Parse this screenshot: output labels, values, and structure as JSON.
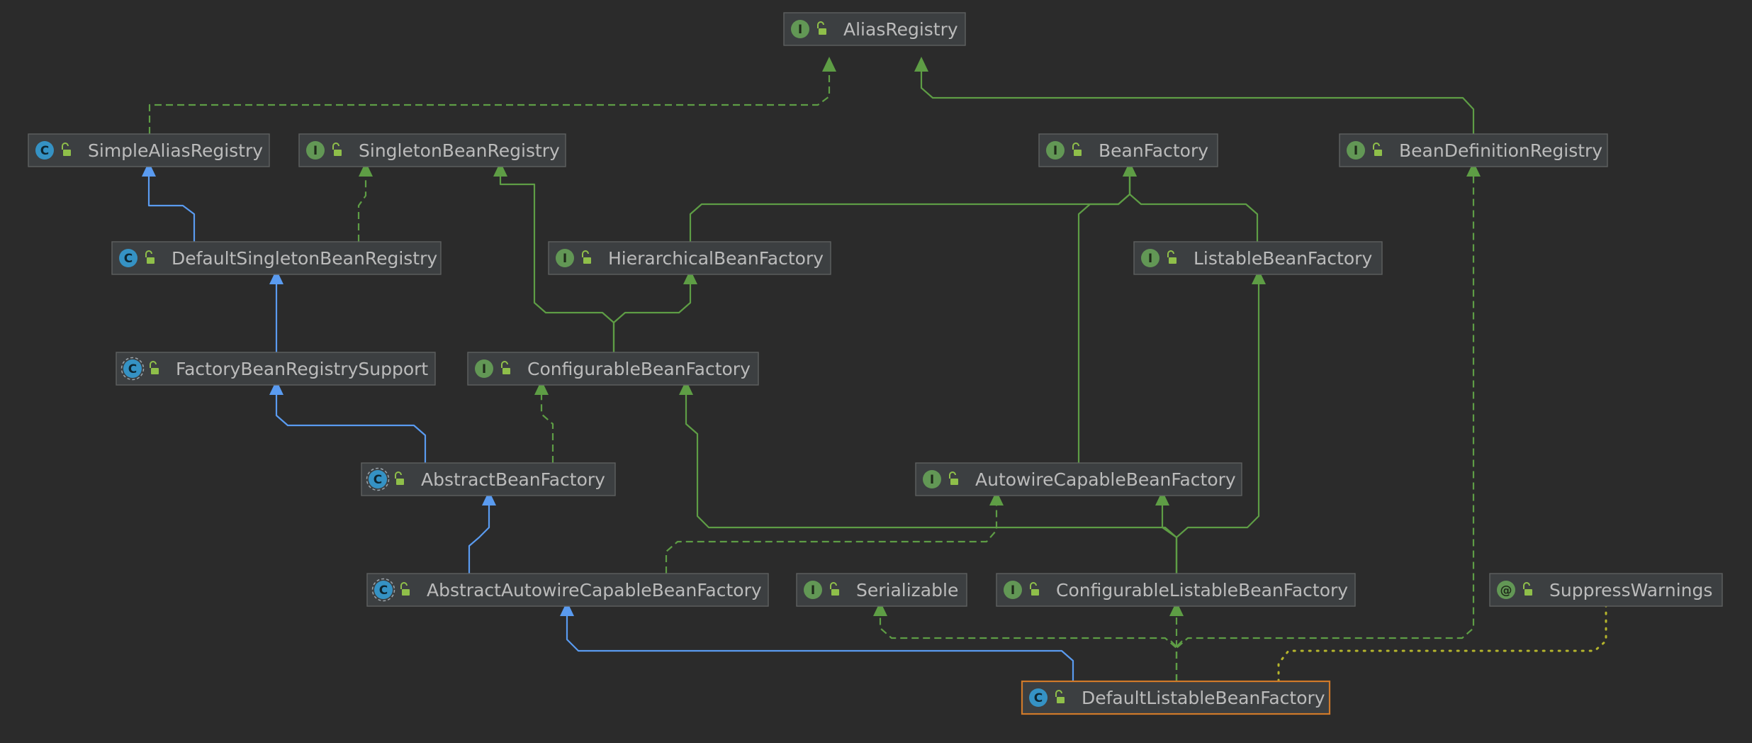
{
  "colors": {
    "background": "#2b2b2b",
    "node_fill": "#3c3f41",
    "node_border": "#5e6060",
    "selected_border": "#d07a2a",
    "text": "#bbbbbb",
    "interface_badge": "#629755",
    "class_badge": "#3592c4",
    "annotation_badge": "#629755",
    "lock_icon": "#8fbf4a",
    "edge_green": "#5e9d45",
    "edge_blue": "#5a9bf0",
    "edge_yellow": "#b5b52c"
  },
  "nodes": [
    {
      "id": "alias-registry",
      "label": "AliasRegistry",
      "kind": "interface",
      "badge": "I"
    },
    {
      "id": "simple-alias-registry",
      "label": "SimpleAliasRegistry",
      "kind": "class",
      "badge": "C"
    },
    {
      "id": "singleton-bean-registry",
      "label": "SingletonBeanRegistry",
      "kind": "interface",
      "badge": "I"
    },
    {
      "id": "bean-factory",
      "label": "BeanFactory",
      "kind": "interface",
      "badge": "I"
    },
    {
      "id": "bean-definition-registry",
      "label": "BeanDefinitionRegistry",
      "kind": "interface",
      "badge": "I"
    },
    {
      "id": "default-singleton-bean-registry",
      "label": "DefaultSingletonBeanRegistry",
      "kind": "class",
      "badge": "C"
    },
    {
      "id": "hierarchical-bean-factory",
      "label": "HierarchicalBeanFactory",
      "kind": "interface",
      "badge": "I"
    },
    {
      "id": "listable-bean-factory",
      "label": "ListableBeanFactory",
      "kind": "interface",
      "badge": "I"
    },
    {
      "id": "factory-bean-registry-support",
      "label": "FactoryBeanRegistrySupport",
      "kind": "abstract",
      "badge": "C"
    },
    {
      "id": "configurable-bean-factory",
      "label": "ConfigurableBeanFactory",
      "kind": "interface",
      "badge": "I"
    },
    {
      "id": "abstract-bean-factory",
      "label": "AbstractBeanFactory",
      "kind": "abstract",
      "badge": "C"
    },
    {
      "id": "autowire-capable-bean-factory",
      "label": "AutowireCapableBeanFactory",
      "kind": "interface",
      "badge": "I"
    },
    {
      "id": "abstract-autowire-capable-bean-factory",
      "label": "AbstractAutowireCapableBeanFactory",
      "kind": "abstract",
      "badge": "C"
    },
    {
      "id": "serializable",
      "label": "Serializable",
      "kind": "interface",
      "badge": "I"
    },
    {
      "id": "configurable-listable-bean-factory",
      "label": "ConfigurableListableBeanFactory",
      "kind": "interface",
      "badge": "I"
    },
    {
      "id": "suppress-warnings",
      "label": "SuppressWarnings",
      "kind": "annotation",
      "badge": "@"
    },
    {
      "id": "default-listable-bean-factory",
      "label": "DefaultListableBeanFactory",
      "kind": "class",
      "badge": "C",
      "selected": true
    }
  ],
  "edges": [
    {
      "id": "e-simplealias-alias",
      "from": "simple-alias-registry",
      "to": "alias-registry",
      "style": "dashed",
      "color": "green"
    },
    {
      "id": "e-beandefreg-alias",
      "from": "bean-definition-registry",
      "to": "alias-registry",
      "style": "solid",
      "color": "green"
    },
    {
      "id": "e-defsingleton-simplealias",
      "from": "default-singleton-bean-registry",
      "to": "simple-alias-registry",
      "style": "solid",
      "color": "blue"
    },
    {
      "id": "e-defsingleton-singletonreg",
      "from": "default-singleton-bean-registry",
      "to": "singleton-bean-registry",
      "style": "dashed",
      "color": "green"
    },
    {
      "id": "e-hierarchical-beanfactory",
      "from": "hierarchical-bean-factory",
      "to": "bean-factory",
      "style": "solid",
      "color": "green"
    },
    {
      "id": "e-listable-beanfactory",
      "from": "listable-bean-factory",
      "to": "bean-factory",
      "style": "solid",
      "color": "green"
    },
    {
      "id": "e-autowire-beanfactory",
      "from": "autowire-capable-bean-factory",
      "to": "bean-factory",
      "style": "solid",
      "color": "green"
    },
    {
      "id": "e-factorybeanreg-defsingleton",
      "from": "factory-bean-registry-support",
      "to": "default-singleton-bean-registry",
      "style": "solid",
      "color": "blue"
    },
    {
      "id": "e-configurable-hierarchical",
      "from": "configurable-bean-factory",
      "to": "hierarchical-bean-factory",
      "style": "solid",
      "color": "green"
    },
    {
      "id": "e-configurable-singletonreg",
      "from": "configurable-bean-factory",
      "to": "singleton-bean-registry",
      "style": "solid",
      "color": "green"
    },
    {
      "id": "e-abstractbf-factorybeanreg",
      "from": "abstract-bean-factory",
      "to": "factory-bean-registry-support",
      "style": "solid",
      "color": "blue"
    },
    {
      "id": "e-abstractbf-configurable",
      "from": "abstract-bean-factory",
      "to": "configurable-bean-factory",
      "style": "dashed",
      "color": "green"
    },
    {
      "id": "e-abstractautowire-abstractbf",
      "from": "abstract-autowire-capable-bean-factory",
      "to": "abstract-bean-factory",
      "style": "solid",
      "color": "blue"
    },
    {
      "id": "e-abstractautowire-autowire",
      "from": "abstract-autowire-capable-bean-factory",
      "to": "autowire-capable-bean-factory",
      "style": "dashed",
      "color": "green"
    },
    {
      "id": "e-conflistable-configurable",
      "from": "configurable-listable-bean-factory",
      "to": "configurable-bean-factory",
      "style": "solid",
      "color": "green"
    },
    {
      "id": "e-conflistable-autowire",
      "from": "configurable-listable-bean-factory",
      "to": "autowire-capable-bean-factory",
      "style": "solid",
      "color": "green"
    },
    {
      "id": "e-conflistable-listable",
      "from": "configurable-listable-bean-factory",
      "to": "listable-bean-factory",
      "style": "solid",
      "color": "green"
    },
    {
      "id": "e-deflistable-abstractautowire",
      "from": "default-listable-bean-factory",
      "to": "abstract-autowire-capable-bean-factory",
      "style": "solid",
      "color": "blue"
    },
    {
      "id": "e-deflistable-conflistable",
      "from": "default-listable-bean-factory",
      "to": "configurable-listable-bean-factory",
      "style": "dashed",
      "color": "green"
    },
    {
      "id": "e-deflistable-serializable",
      "from": "default-listable-bean-factory",
      "to": "serializable",
      "style": "dashed",
      "color": "green"
    },
    {
      "id": "e-deflistable-beandefreg",
      "from": "default-listable-bean-factory",
      "to": "bean-definition-registry",
      "style": "dashed",
      "color": "green"
    },
    {
      "id": "e-deflistable-suppress",
      "from": "default-listable-bean-factory",
      "to": "suppress-warnings",
      "style": "dotted",
      "color": "yellow"
    }
  ]
}
